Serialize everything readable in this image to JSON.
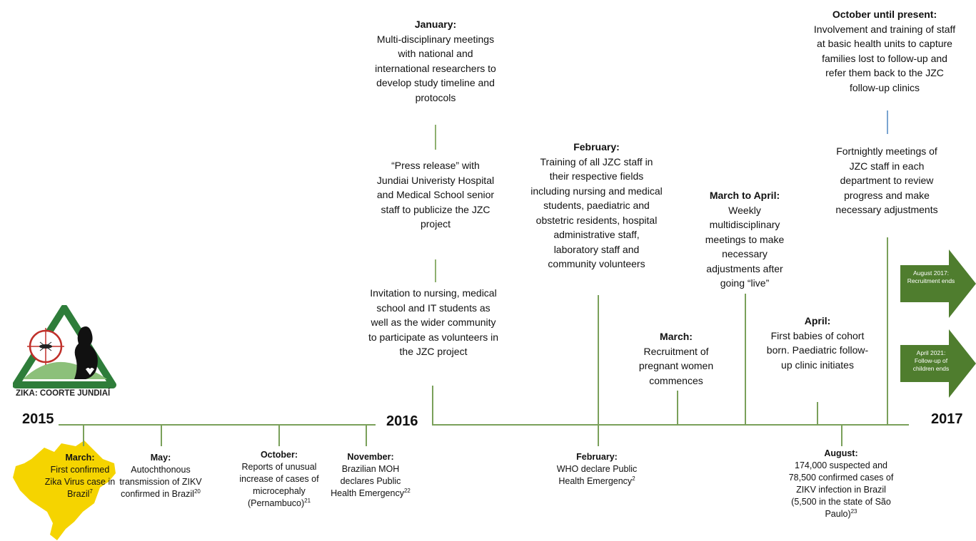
{
  "years": {
    "y2015": "2015",
    "y2016": "2016",
    "y2017": "2017"
  },
  "logo": {
    "text": "ZIKA: COORTE JUNDIAÍ"
  },
  "above": {
    "january": {
      "heading": "January:",
      "text": "Multi-disciplinary meetings with national and international researchers to develop study timeline and protocols"
    },
    "press": {
      "text": "“Press release” with Jundiai Univeristy Hospital and Medical School senior staff to publicize the JZC project"
    },
    "invitation": {
      "text": "Invitation to nursing, medical school and IT students as well as the wider community to participate as volunteers in the JZC project"
    },
    "february": {
      "heading": "February:",
      "text": "Training of all JZC staff in their respective fields including nursing and medical students, paediatric and obstetric residents, hospital administrative staff, laboratory staff and community volunteers"
    },
    "march_apr": {
      "heading": "March to April:",
      "text": "Weekly multidisciplinary meetings to make necessary adjustments after going “live”"
    },
    "march": {
      "heading": "March:",
      "text": "Recruitment of pregnant women commences"
    },
    "april": {
      "heading": "April:",
      "text": "First babies of cohort born. Paediatric follow-up clinic initiates"
    },
    "october": {
      "heading": "October until present:",
      "text": "Involvement and training of staff at basic health units to capture families lost to follow-up and refer them back to the JZC follow-up clinics"
    },
    "fortnightly": {
      "text": "Fortnightly meetings of JZC staff in each department to review progress and make necessary adjustments"
    }
  },
  "below": {
    "march": {
      "heading": "March:",
      "text": "First confirmed Zika Virus case in Brazil",
      "sup": "7"
    },
    "may": {
      "heading": "May:",
      "text": "Autochthonous transmission of ZIKV confirmed in Brazil",
      "sup": "20"
    },
    "october": {
      "heading": "October:",
      "text": "Reports of unusual increase of cases of microcephaly (Pernambuco)",
      "sup": "21"
    },
    "november": {
      "heading": "November:",
      "text": "Brazilian MOH declares Public Health Emergency",
      "sup": "22"
    },
    "february": {
      "heading": "February:",
      "text": "WHO declare Public Health Emergency",
      "sup": "2"
    },
    "august": {
      "heading": "August:",
      "text": "174,000 suspected and 78,500 confirmed cases of ZIKV infection in Brazil (5,500 in the state of São Paulo)",
      "sup": "23"
    }
  },
  "arrows": {
    "recruitment": "August 2017: Recruitment ends",
    "followup": "April 2021: Follow-up of children ends"
  },
  "colors": {
    "line": "#7aa05a",
    "arrow": "#4f7d2e",
    "brazil": "#f5d400",
    "logo_green": "#2e7d3a",
    "logo_red": "#c0302a"
  }
}
